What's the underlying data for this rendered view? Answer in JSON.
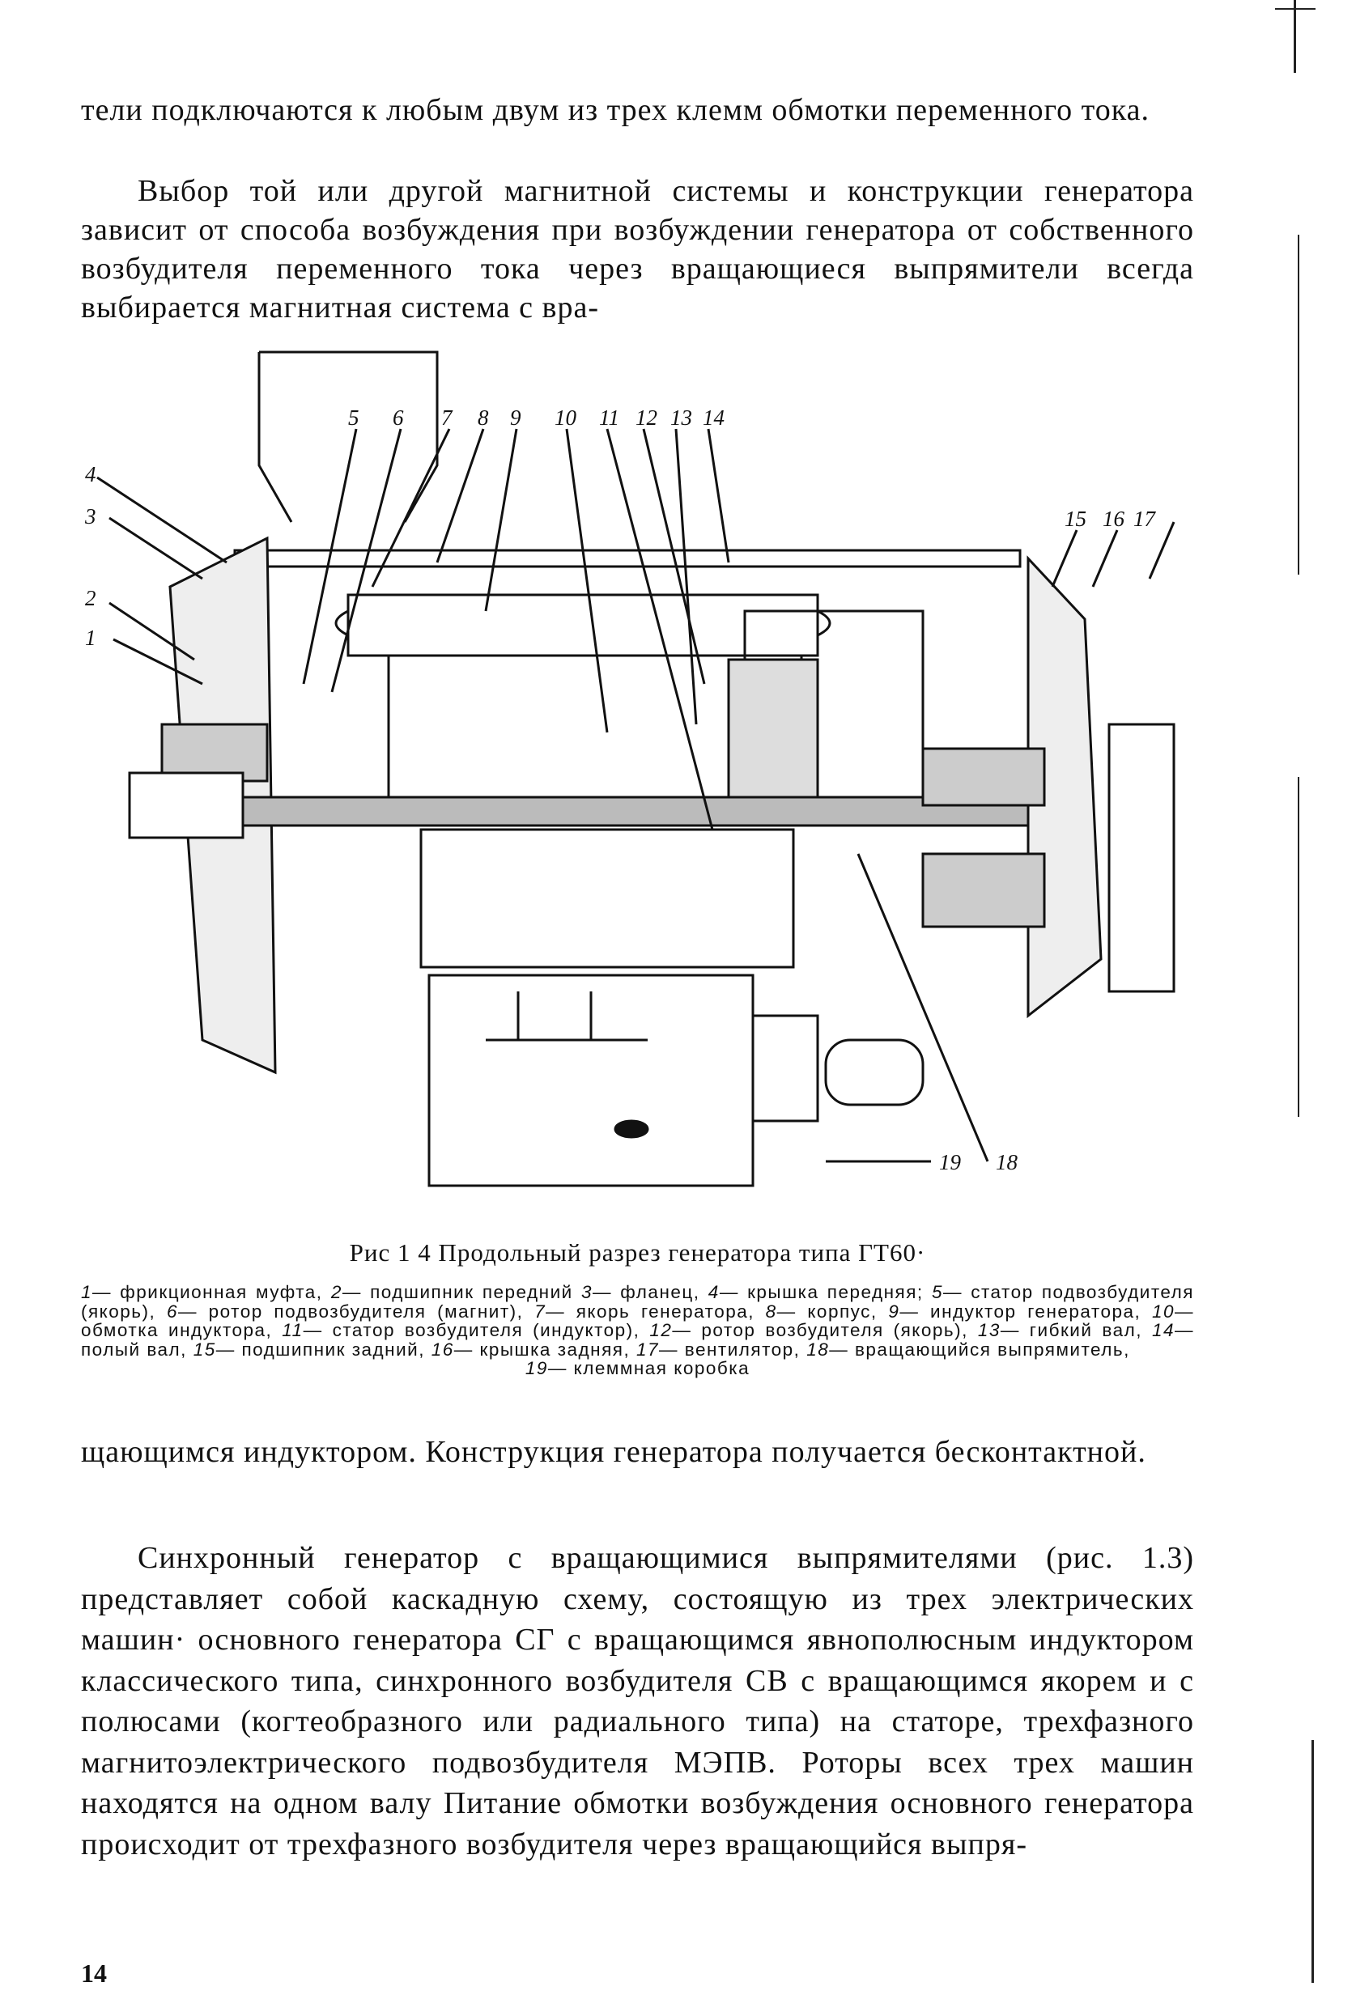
{
  "page": {
    "paragraphs": [
      "тели подключаются к любым двум из трех клемм обмотки переменного тока.",
      "Выбор той или другой магнитной системы и конструкции генератора зависит от способа возбуждения при возбуждении генератора от собственного возбудителя переменного тока через вращающиеся выпрямители всегда выбирается магнитная система с вра-",
      "щающимся индуктором. Конструкция генератора получается бесконтактной.",
      "Синхронный генератор с вращающимися выпрямителями (рис. 1.3) представляет собой каскадную схему, состоящую из трех электрических машин· основного генератора СГ с вращающимся явнополюсным индуктором классического типа, синхронного возбудителя СВ с вращающимся якорем и с полюсами (когтеобразного или радиального типа) на статоре, трехфазного магнитоэлектрического подвозбудителя МЭПВ. Роторы всех трех машин находятся на одном валу Питание обмотки возбуждения основного генератора происходит от трехфазного возбудителя через вращающийся выпря-"
    ],
    "page_number": "14"
  },
  "figure": {
    "caption": "Рис 1 4 Продольный разрез генератора типа ГТ60·",
    "labels": [
      "1",
      "2",
      "3",
      "4",
      "5",
      "6",
      "7",
      "8",
      "9",
      "10",
      "11",
      "12",
      "13",
      "14",
      "15",
      "16",
      "17",
      "18",
      "19"
    ],
    "legend": [
      {
        "n": "1",
        "t": "— фрикционная муфта,"
      },
      {
        "n": "2",
        "t": "— подшипник передний"
      },
      {
        "n": "3",
        "t": "— фланец,"
      },
      {
        "n": "4",
        "t": "— крышка передняя;"
      },
      {
        "n": "5",
        "t": "— статор подвозбудителя (якорь),"
      },
      {
        "n": "6",
        "t": "— ротор подвозбудителя (магнит),"
      },
      {
        "n": "7",
        "t": "— якорь генератора,"
      },
      {
        "n": "8",
        "t": "— корпус,"
      },
      {
        "n": "9",
        "t": "— индуктор генератора,"
      },
      {
        "n": "10",
        "t": "— обмотка индуктора,"
      },
      {
        "n": "11",
        "t": "— статор возбудителя (индуктор),"
      },
      {
        "n": "12",
        "t": "— ротор возбудителя (якорь),"
      },
      {
        "n": "13",
        "t": "— гибкий вал,"
      },
      {
        "n": "14",
        "t": "— полый вал,"
      },
      {
        "n": "15",
        "t": "— подшипник задний,"
      },
      {
        "n": "16",
        "t": "— крышка задняя,"
      },
      {
        "n": "17",
        "t": "— вентилятор,"
      },
      {
        "n": "18",
        "t": "— вращающийся выпрямитель,"
      },
      {
        "n": "19",
        "t": "— клеммная коробка"
      }
    ]
  }
}
